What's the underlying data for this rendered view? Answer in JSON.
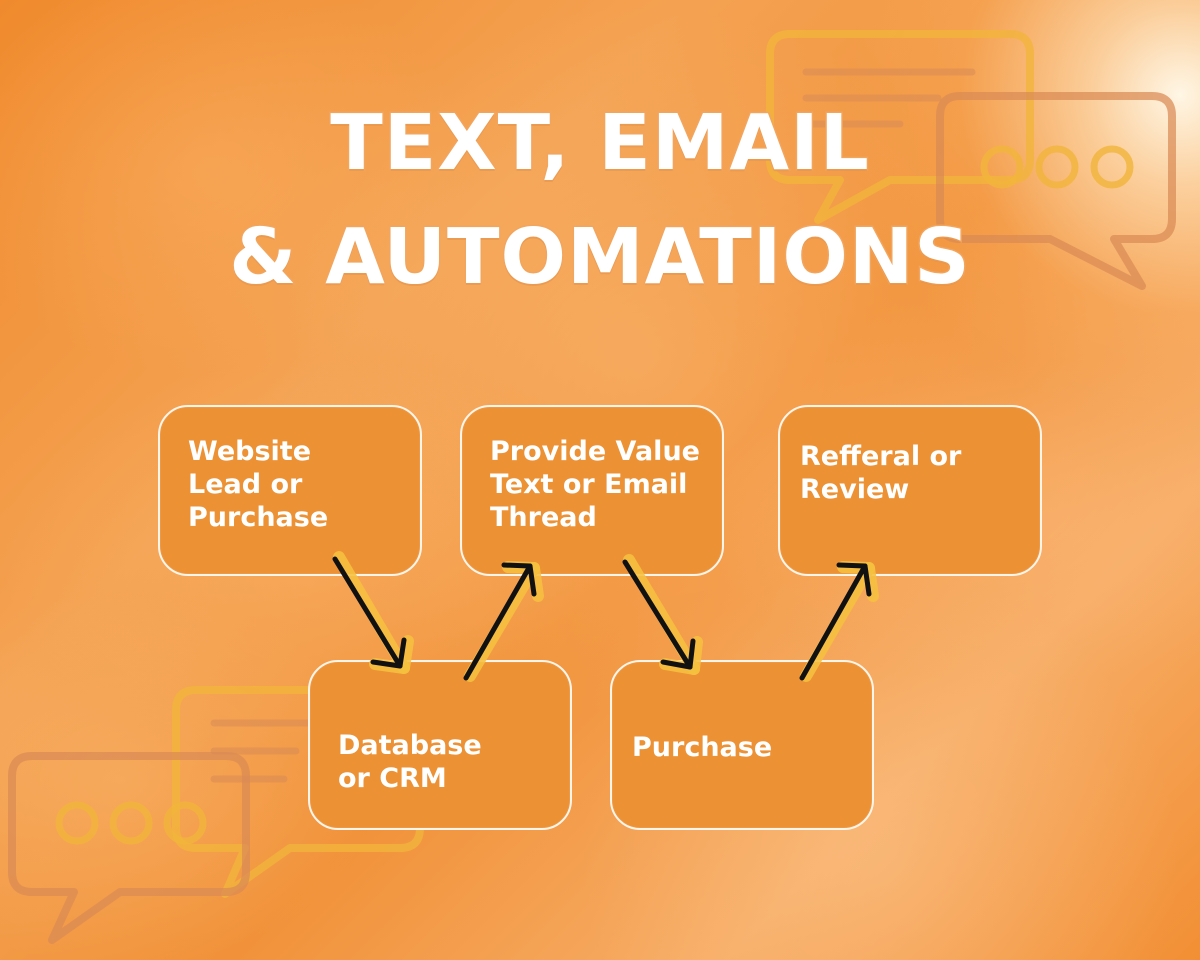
{
  "title": {
    "line1": "TEXT, EMAIL",
    "line2": "& AUTOMATIONS"
  },
  "nodes": {
    "website_lead": {
      "lines": [
        "Website",
        "Lead or",
        "Purchase"
      ]
    },
    "provide_value": {
      "lines": [
        "Provide Value",
        "Text or Email",
        "Thread"
      ]
    },
    "referral_review": {
      "lines": [
        "Refferal or",
        "Review"
      ]
    },
    "database_crm": {
      "lines": [
        "Database",
        "or CRM"
      ]
    },
    "purchase": {
      "lines": [
        "Purchase"
      ]
    }
  },
  "colors": {
    "background": "#f1923a",
    "node_fill": "#ec9134",
    "node_border": "#fff5ea",
    "text": "#ffffff",
    "arrow": "#111111",
    "arrow_shadow": "#f6c040",
    "bubble_outline": "#f2b53b",
    "bubble_muted": "#d98b55"
  },
  "icons": {
    "top_right": [
      "chat-bubble-icon",
      "message-lines-icon",
      "typing-dots-icon"
    ],
    "bottom_left": [
      "chat-bubble-icon",
      "message-lines-icon",
      "typing-dots-icon"
    ]
  }
}
